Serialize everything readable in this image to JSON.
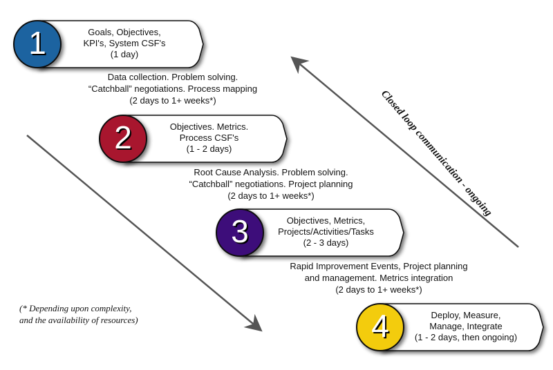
{
  "diagram": {
    "steps": [
      {
        "number": "1",
        "color": "#1f64a0",
        "lines": [
          "Goals, Objectives,",
          "KPI's, System CSF's",
          "(1 day)"
        ]
      },
      {
        "number": "2",
        "color": "#a8122f",
        "lines": [
          "Objectives. Metrics.",
          "Process CSF's",
          "(1 - 2 days)"
        ]
      },
      {
        "number": "3",
        "color": "#3d0a7a",
        "lines": [
          "Objectives, Metrics,",
          "Projects/Activities/Tasks",
          "(2 - 3 days)"
        ]
      },
      {
        "number": "4",
        "color": "#f3cc0c",
        "lines": [
          "Deploy, Measure,",
          "Manage, Integrate",
          "(1 - 2 days, then ongoing)"
        ]
      }
    ],
    "transitions": [
      {
        "lines": [
          "Data collection. Problem solving.",
          "“Catchball” negotiations. Process mapping",
          "(2 days to 1+ weeks*)"
        ]
      },
      {
        "lines": [
          "Root Cause Analysis. Problem solving.",
          "“Catchball” negotiations. Project planning",
          "(2 days to 1+ weeks*)"
        ]
      },
      {
        "lines": [
          "Rapid Improvement Events, Project planning",
          "and management. Metrics integration",
          "(2 days to 1+ weeks*)"
        ]
      }
    ],
    "loop_label": "Closed loop communication - ongoing",
    "footnote": [
      "(* Depending upon complexity,",
      "and the availability of resources)"
    ],
    "arrow_color": "#555555"
  }
}
